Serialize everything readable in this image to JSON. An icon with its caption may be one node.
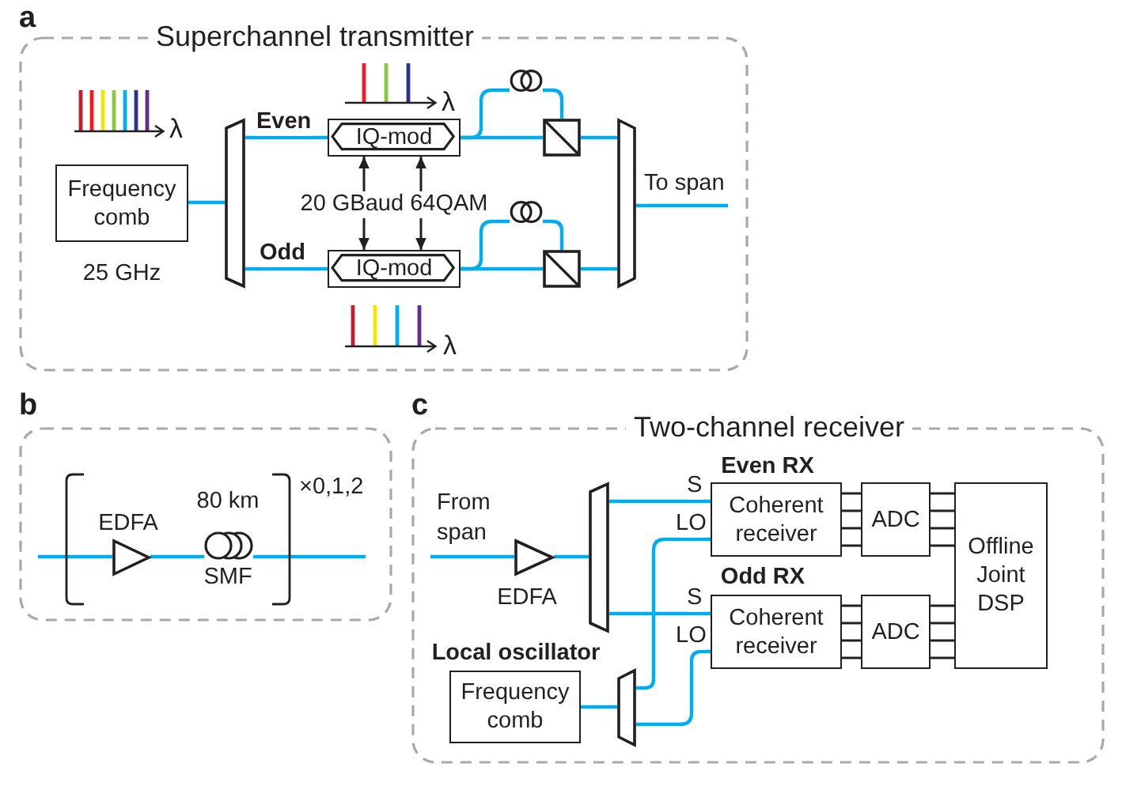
{
  "diagram": {
    "nodes": [
      {
        "text": [
          "Superchannel transmitter"
        ]
      },
      {
        "text": [
          "Frequency comb"
        ],
        "beside": [
          "25 GHz"
        ],
        "in": 0
      },
      {
        "text": [],
        "shape": "trapezoid",
        "in": 0
      },
      {
        "text": [
          "IQ-mod"
        ],
        "in": 0
      },
      {
        "text": [
          "20 GBaud 64QAM"
        ],
        "in": 0
      },
      {
        "text": [
          "IQ-mod"
        ],
        "in": 0
      },
      {
        "text": [],
        "shape": "coil",
        "in": 0
      },
      {
        "text": [],
        "shape": "box",
        "in": 0
      },
      {
        "text": [],
        "shape": "coil",
        "in": 0
      },
      {
        "text": [],
        "shape": "box",
        "in": 0
      },
      {
        "text": [],
        "shape": "trapezoid",
        "in": 0
      },
      {
        "text": [],
        "shape": "box"
      },
      {
        "text": [
          "EDFA"
        ],
        "in": 11
      },
      {
        "text": [
          "80 km",
          "SMF"
        ],
        "in": 11
      },
      {
        "text": [
          "Two-channel receiver"
        ]
      },
      {
        "text": [
          "EDFA"
        ],
        "in": 14
      },
      {
        "text": [],
        "shape": "trapezoid",
        "in": 14
      },
      {
        "text": [
          "Even RX",
          "Coherent receiver"
        ],
        "in": 14
      },
      {
        "text": [
          "ADC"
        ],
        "in": 14
      },
      {
        "text": [
          "Offline Joint DSP"
        ],
        "in": 14
      },
      {
        "text": [
          "Odd RX",
          "Coherent receiver"
        ],
        "in": 14
      },
      {
        "text": [
          "ADC"
        ],
        "in": 14
      },
      {
        "text": [
          "Local oscillator",
          "Frequency comb"
        ],
        "in": 14
      },
      {
        "text": [],
        "shape": "trapezoid",
        "in": 14
      }
    ],
    "edges": [
      {
        "from": 1,
        "to": 2,
        "arrow": "none"
      },
      {
        "from": 2,
        "to": 3,
        "arrow": "none",
        "label": "Even"
      },
      {
        "from": 2,
        "to": 5,
        "arrow": "none",
        "label": "Odd"
      },
      {
        "from": 4,
        "to": 3,
        "arrow": "to",
        "color": "#231f20"
      },
      {
        "from": 4,
        "to": 3,
        "arrow": "to",
        "color": "#231f20"
      },
      {
        "from": 4,
        "to": 5,
        "arrow": "to",
        "color": "#231f20"
      },
      {
        "from": 4,
        "to": 5,
        "arrow": "to",
        "color": "#231f20"
      },
      {
        "from": 3,
        "to": 6,
        "arrow": "none"
      },
      {
        "from": 6,
        "to": 7,
        "arrow": "none"
      },
      {
        "from": 3,
        "to": 7,
        "arrow": "none"
      },
      {
        "from": 5,
        "to": 8,
        "arrow": "none"
      },
      {
        "from": 8,
        "to": 9,
        "arrow": "none"
      },
      {
        "from": 5,
        "to": 9,
        "arrow": "none"
      },
      {
        "from": 7,
        "to": 10,
        "arrow": "none"
      },
      {
        "from": 9,
        "to": 10,
        "arrow": "none"
      },
      {
        "from": 10,
        "to": null,
        "arrow": "none",
        "label": "To span"
      },
      {
        "from": null,
        "to": 12,
        "arrow": "none"
      },
      {
        "from": 12,
        "to": 13,
        "arrow": "none"
      },
      {
        "from": 13,
        "to": null,
        "arrow": "none"
      },
      {
        "from": null,
        "to": 15,
        "arrow": "none",
        "label": "From span"
      },
      {
        "from": 15,
        "to": 16,
        "arrow": "none"
      },
      {
        "from": 16,
        "to": 17,
        "arrow": "none",
        "label": "S"
      },
      {
        "from": 16,
        "to": 20,
        "arrow": "none",
        "label": "S"
      },
      {
        "from": 22,
        "to": 23,
        "arrow": "none"
      },
      {
        "from": 23,
        "to": 17,
        "arrow": "none",
        "label": "LO"
      },
      {
        "from": 23,
        "to": 20,
        "arrow": "none",
        "label": "LO"
      },
      {
        "from": 17,
        "to": 18,
        "arrow": "none",
        "color": "#231f20"
      },
      {
        "from": 17,
        "to": 18,
        "arrow": "none",
        "color": "#231f20"
      },
      {
        "from": 17,
        "to": 18,
        "arrow": "none",
        "color": "#231f20"
      },
      {
        "from": 17,
        "to": 18,
        "arrow": "none",
        "color": "#231f20"
      },
      {
        "from": 18,
        "to": 19,
        "arrow": "none",
        "color": "#231f20"
      },
      {
        "from": 18,
        "to": 19,
        "arrow": "none",
        "color": "#231f20"
      },
      {
        "from": 18,
        "to": 19,
        "arrow": "none",
        "color": "#231f20"
      },
      {
        "from": 18,
        "to": 19,
        "arrow": "none",
        "color": "#231f20"
      },
      {
        "from": 20,
        "to": 21,
        "arrow": "none",
        "color": "#231f20"
      },
      {
        "from": 20,
        "to": 21,
        "arrow": "none",
        "color": "#231f20"
      },
      {
        "from": 20,
        "to": 21,
        "arrow": "none",
        "color": "#231f20"
      },
      {
        "from": 20,
        "to": 21,
        "arrow": "none",
        "color": "#231f20"
      },
      {
        "from": 21,
        "to": 19,
        "arrow": "none",
        "color": "#231f20"
      },
      {
        "from": 21,
        "to": 19,
        "arrow": "none",
        "color": "#231f20"
      },
      {
        "from": 21,
        "to": 19,
        "arrow": "none",
        "color": "#231f20"
      },
      {
        "from": 21,
        "to": 19,
        "arrow": "none",
        "color": "#231f20"
      }
    ],
    "labels": [
      "a",
      "λ",
      "λ",
      "λ",
      "b",
      "×0,1,2",
      "c"
    ]
  }
}
